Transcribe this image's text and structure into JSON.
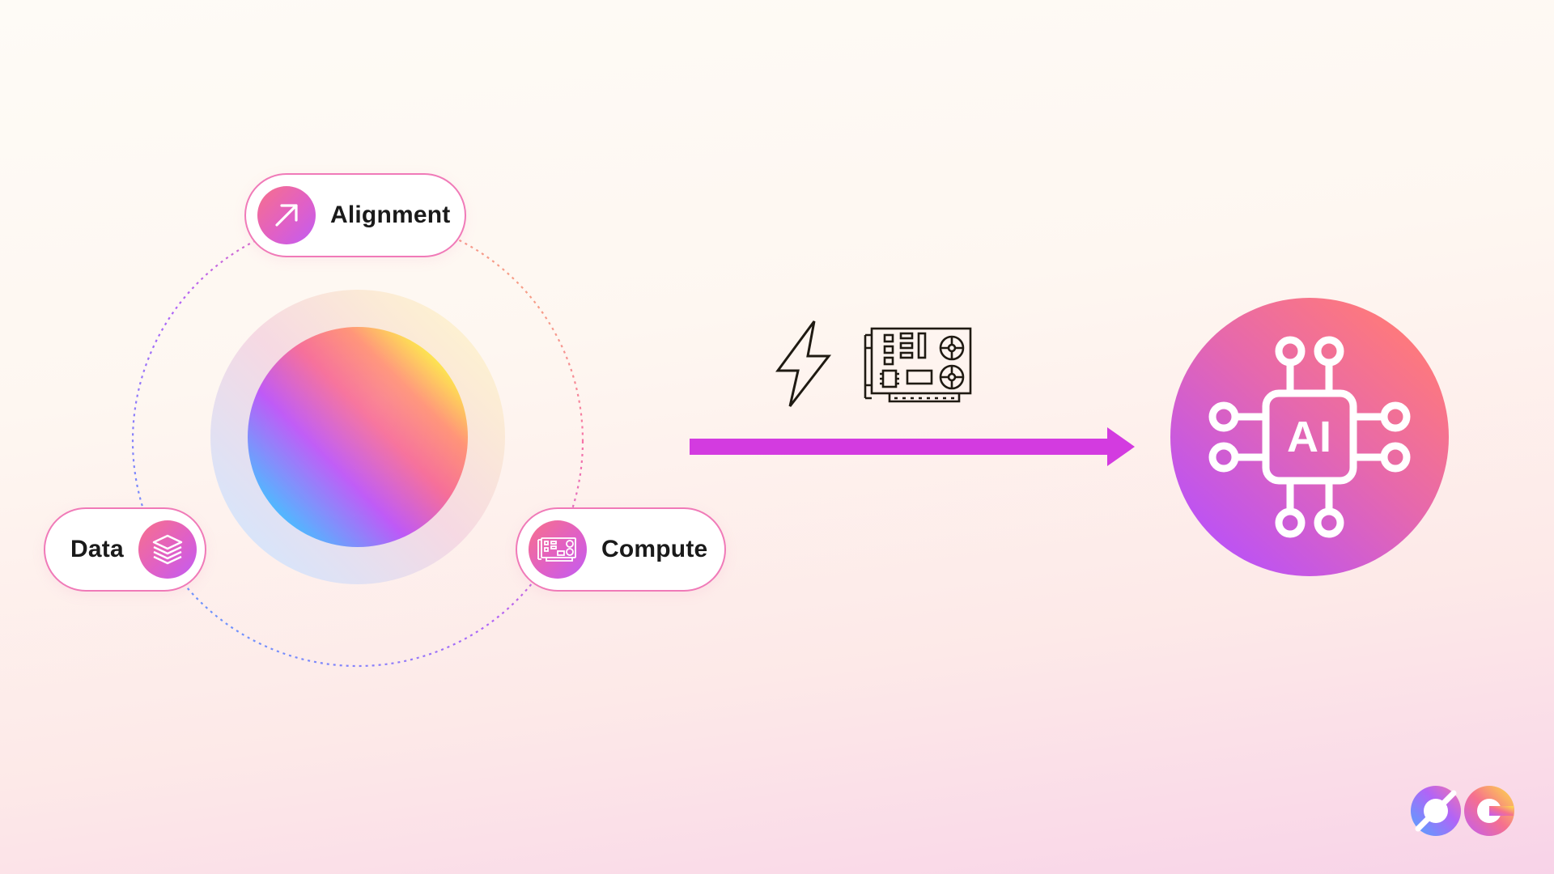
{
  "nodes": {
    "alignment": {
      "label": "Alignment",
      "icon": "arrow-up-right-icon"
    },
    "data": {
      "label": "Data",
      "icon": "stacked-layers-icon"
    },
    "compute": {
      "label": "Compute",
      "icon": "gpu-card-icon"
    }
  },
  "hub": {
    "icon": "gradient-orb"
  },
  "transition_icons": [
    "lightning-bolt-icon",
    "gpu-card-icon"
  ],
  "output": {
    "label": "AI",
    "icon": "ai-chip-icon"
  },
  "logo": {
    "text": "0G"
  },
  "colors": {
    "accent": "#d33be0",
    "pill_border": "#f07ab8",
    "gradient_pink": "#f8708a",
    "gradient_purple": "#c15cf4",
    "gradient_blue": "#52b6ff",
    "gradient_yellow": "#fde047"
  }
}
